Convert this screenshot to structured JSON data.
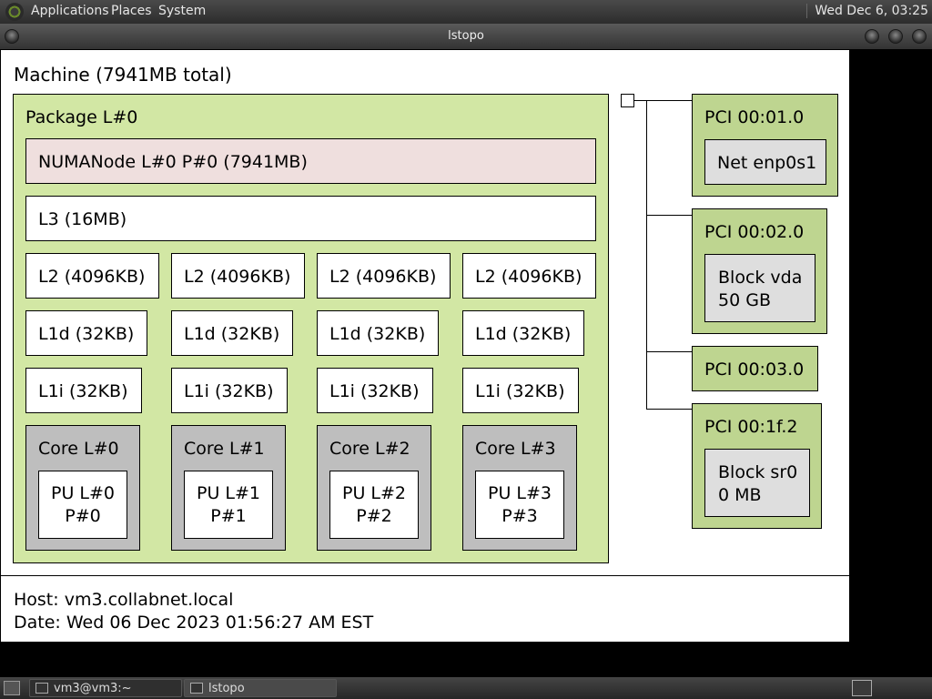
{
  "top_panel": {
    "menus": [
      "Applications",
      "Places",
      "System"
    ],
    "clock": "Wed Dec  6, 03:25"
  },
  "window": {
    "title": "lstopo"
  },
  "topology": {
    "machine": "Machine (7941MB total)",
    "package": "Package L#0",
    "numa": "NUMANode L#0 P#0 (7941MB)",
    "l3": "L3 (16MB)",
    "cores": [
      {
        "l2": "L2 (4096KB)",
        "l1d": "L1d (32KB)",
        "l1i": "L1i (32KB)",
        "core": "Core L#0",
        "pu_l": "PU L#0",
        "pu_p": "P#0"
      },
      {
        "l2": "L2 (4096KB)",
        "l1d": "L1d (32KB)",
        "l1i": "L1i (32KB)",
        "core": "Core L#1",
        "pu_l": "PU L#1",
        "pu_p": "P#1"
      },
      {
        "l2": "L2 (4096KB)",
        "l1d": "L1d (32KB)",
        "l1i": "L1i (32KB)",
        "core": "Core L#2",
        "pu_l": "PU L#2",
        "pu_p": "P#2"
      },
      {
        "l2": "L2 (4096KB)",
        "l1d": "L1d (32KB)",
        "l1i": "L1i (32KB)",
        "core": "Core L#3",
        "pu_l": "PU L#3",
        "pu_p": "P#3"
      }
    ],
    "pci": [
      {
        "title": "PCI 00:01.0",
        "device_line1": "Net enp0s1",
        "device_line2": ""
      },
      {
        "title": "PCI 00:02.0",
        "device_line1": "Block vda",
        "device_line2": "50 GB"
      },
      {
        "title": "PCI 00:03.0"
      },
      {
        "title": "PCI 00:1f.2",
        "device_line1": "Block sr0",
        "device_line2": "0 MB"
      }
    ]
  },
  "footer": {
    "host": "Host: vm3.collabnet.local",
    "date": "Date: Wed 06 Dec 2023 01:56:27 AM EST"
  },
  "taskbar": {
    "tasks": [
      "vm3@vm3:~",
      "lstopo"
    ]
  }
}
